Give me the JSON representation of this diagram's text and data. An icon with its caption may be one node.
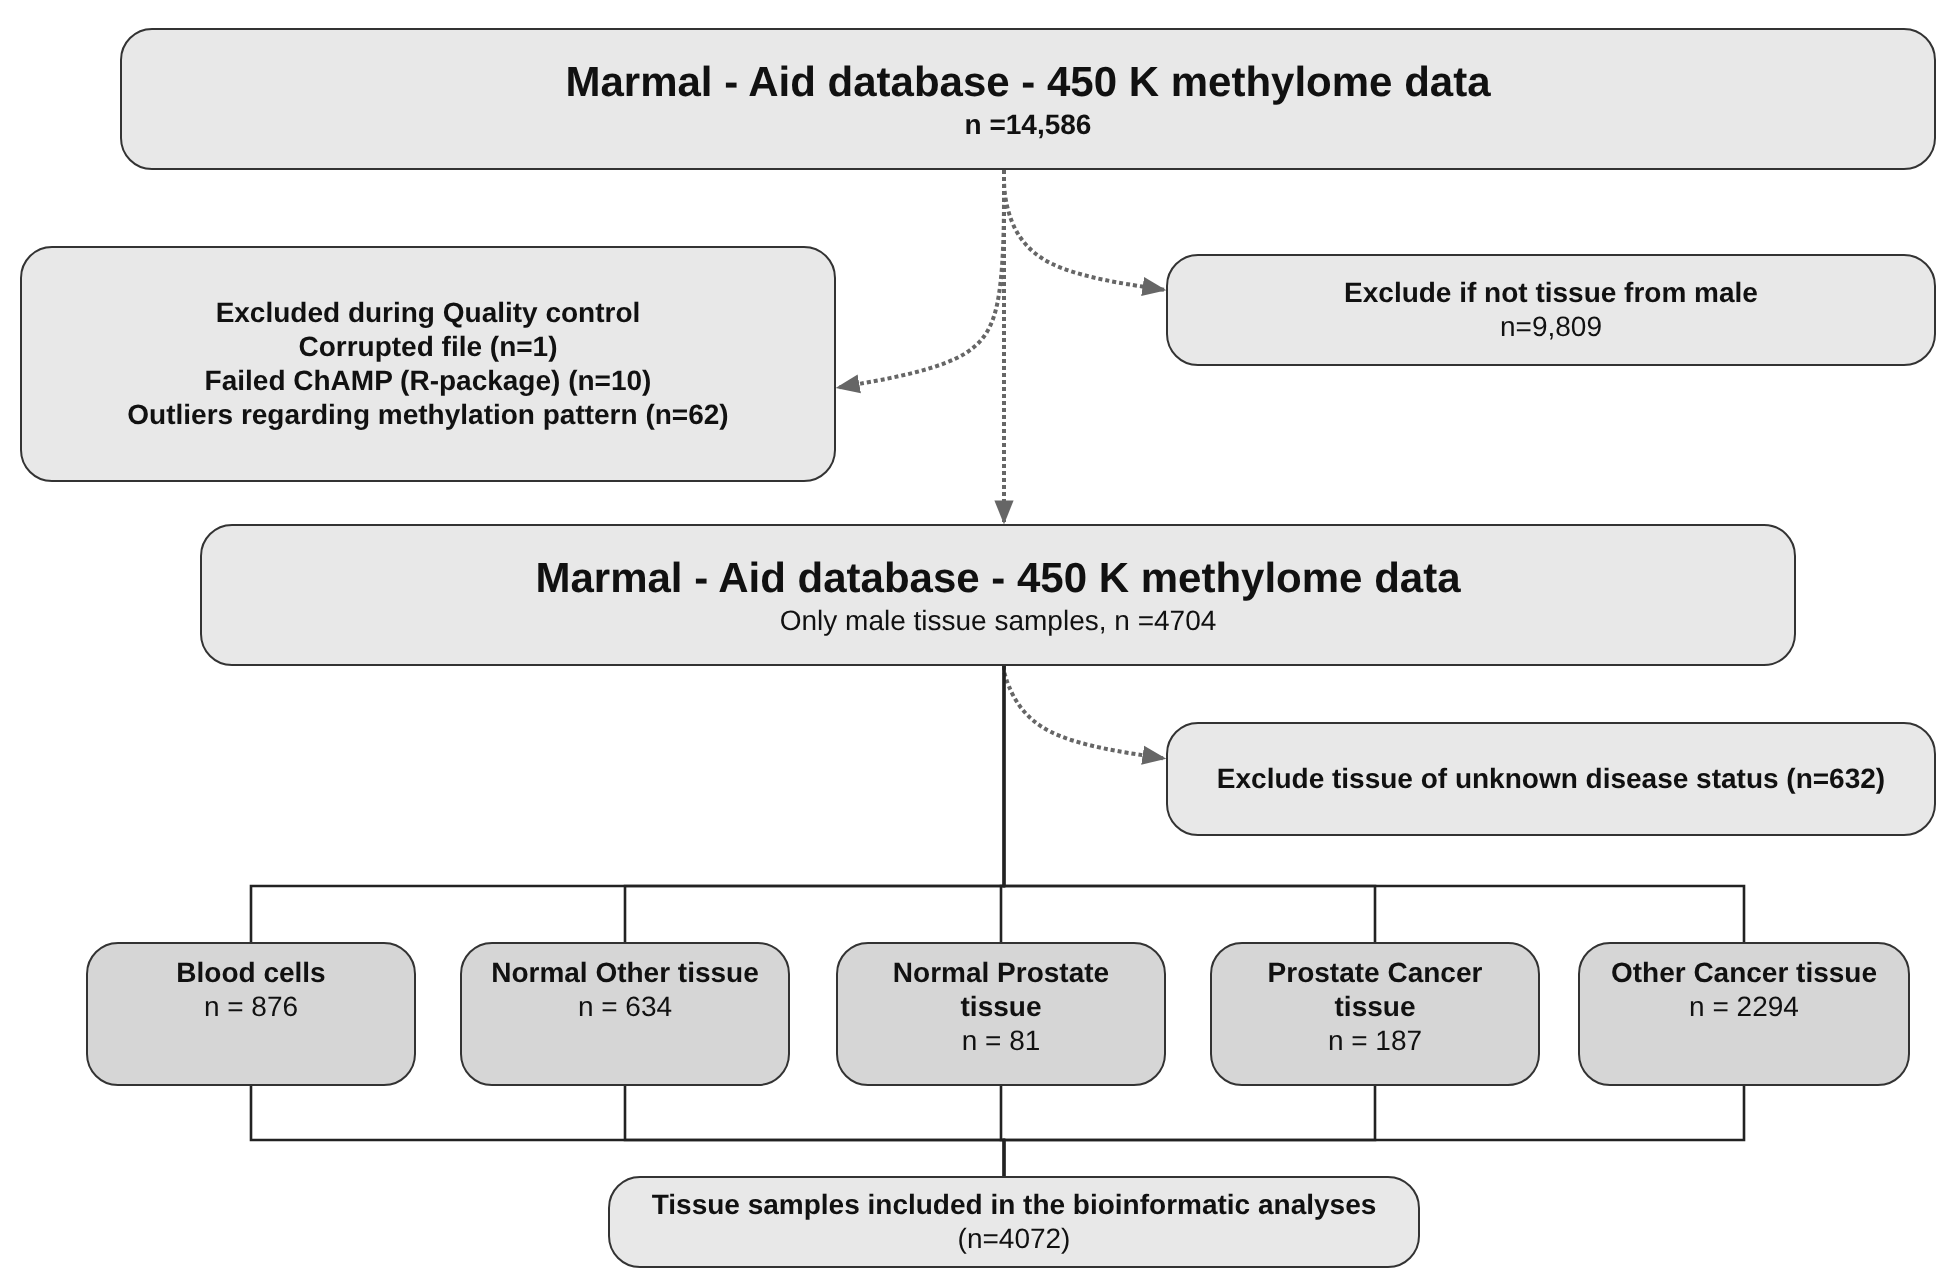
{
  "diagram": {
    "nodes": [
      {
        "text": [
          "Marmal - Aid database - 450 K methylome data",
          "n =14,586"
        ]
      },
      {
        "text": [
          "Excluded during Quality control",
          "Corrupted file (n=1)",
          "Failed ChAMP (R-package) (n=10)",
          "Outliers regarding methylation pattern (n=62)"
        ]
      },
      {
        "text": [
          "Exclude if not tissue from male",
          "n=9,809"
        ]
      },
      {
        "text": [
          "Marmal - Aid database - 450 K methylome data",
          "Only male tissue samples, n =4704"
        ]
      },
      {
        "text": [
          "Exclude tissue of unknown disease status (n=632)"
        ]
      },
      {
        "text": [
          "Blood cells",
          "n = 876"
        ]
      },
      {
        "text": [
          "Normal Other tissue",
          "n = 634"
        ]
      },
      {
        "text": [
          "Normal Prostate tissue",
          "n = 81"
        ]
      },
      {
        "text": [
          "Prostate Cancer tissue",
          "n = 187"
        ]
      },
      {
        "text": [
          "Other  Cancer tissue",
          "n = 2294"
        ]
      },
      {
        "text": [
          "**Tissue samples included in the bioinformatic analyses** (n=4072)"
        ]
      }
    ],
    "edges": [
      {
        "from": 0,
        "to": 1,
        "arrow": "to",
        "style": "dashed",
        "color": "#666666"
      },
      {
        "from": 0,
        "to": 2,
        "arrow": "to",
        "style": "dashed",
        "color": "#666666"
      },
      {
        "from": 0,
        "to": 3,
        "arrow": "to",
        "style": "dashed",
        "color": "#666666"
      },
      {
        "from": 3,
        "to": 4,
        "arrow": "to",
        "style": "dashed",
        "color": "#666666"
      },
      {
        "from": 3,
        "to": 5,
        "arrow": "none"
      },
      {
        "from": 3,
        "to": 6,
        "arrow": "none"
      },
      {
        "from": 3,
        "to": 7,
        "arrow": "none"
      },
      {
        "from": 3,
        "to": 8,
        "arrow": "none"
      },
      {
        "from": 3,
        "to": 9,
        "arrow": "none"
      },
      {
        "from": 5,
        "to": 10,
        "arrow": "none"
      },
      {
        "from": 6,
        "to": 10,
        "arrow": "none"
      },
      {
        "from": 7,
        "to": 10,
        "arrow": "none"
      },
      {
        "from": 8,
        "to": 10,
        "arrow": "none"
      },
      {
        "from": 9,
        "to": 10,
        "arrow": "none"
      }
    ]
  }
}
